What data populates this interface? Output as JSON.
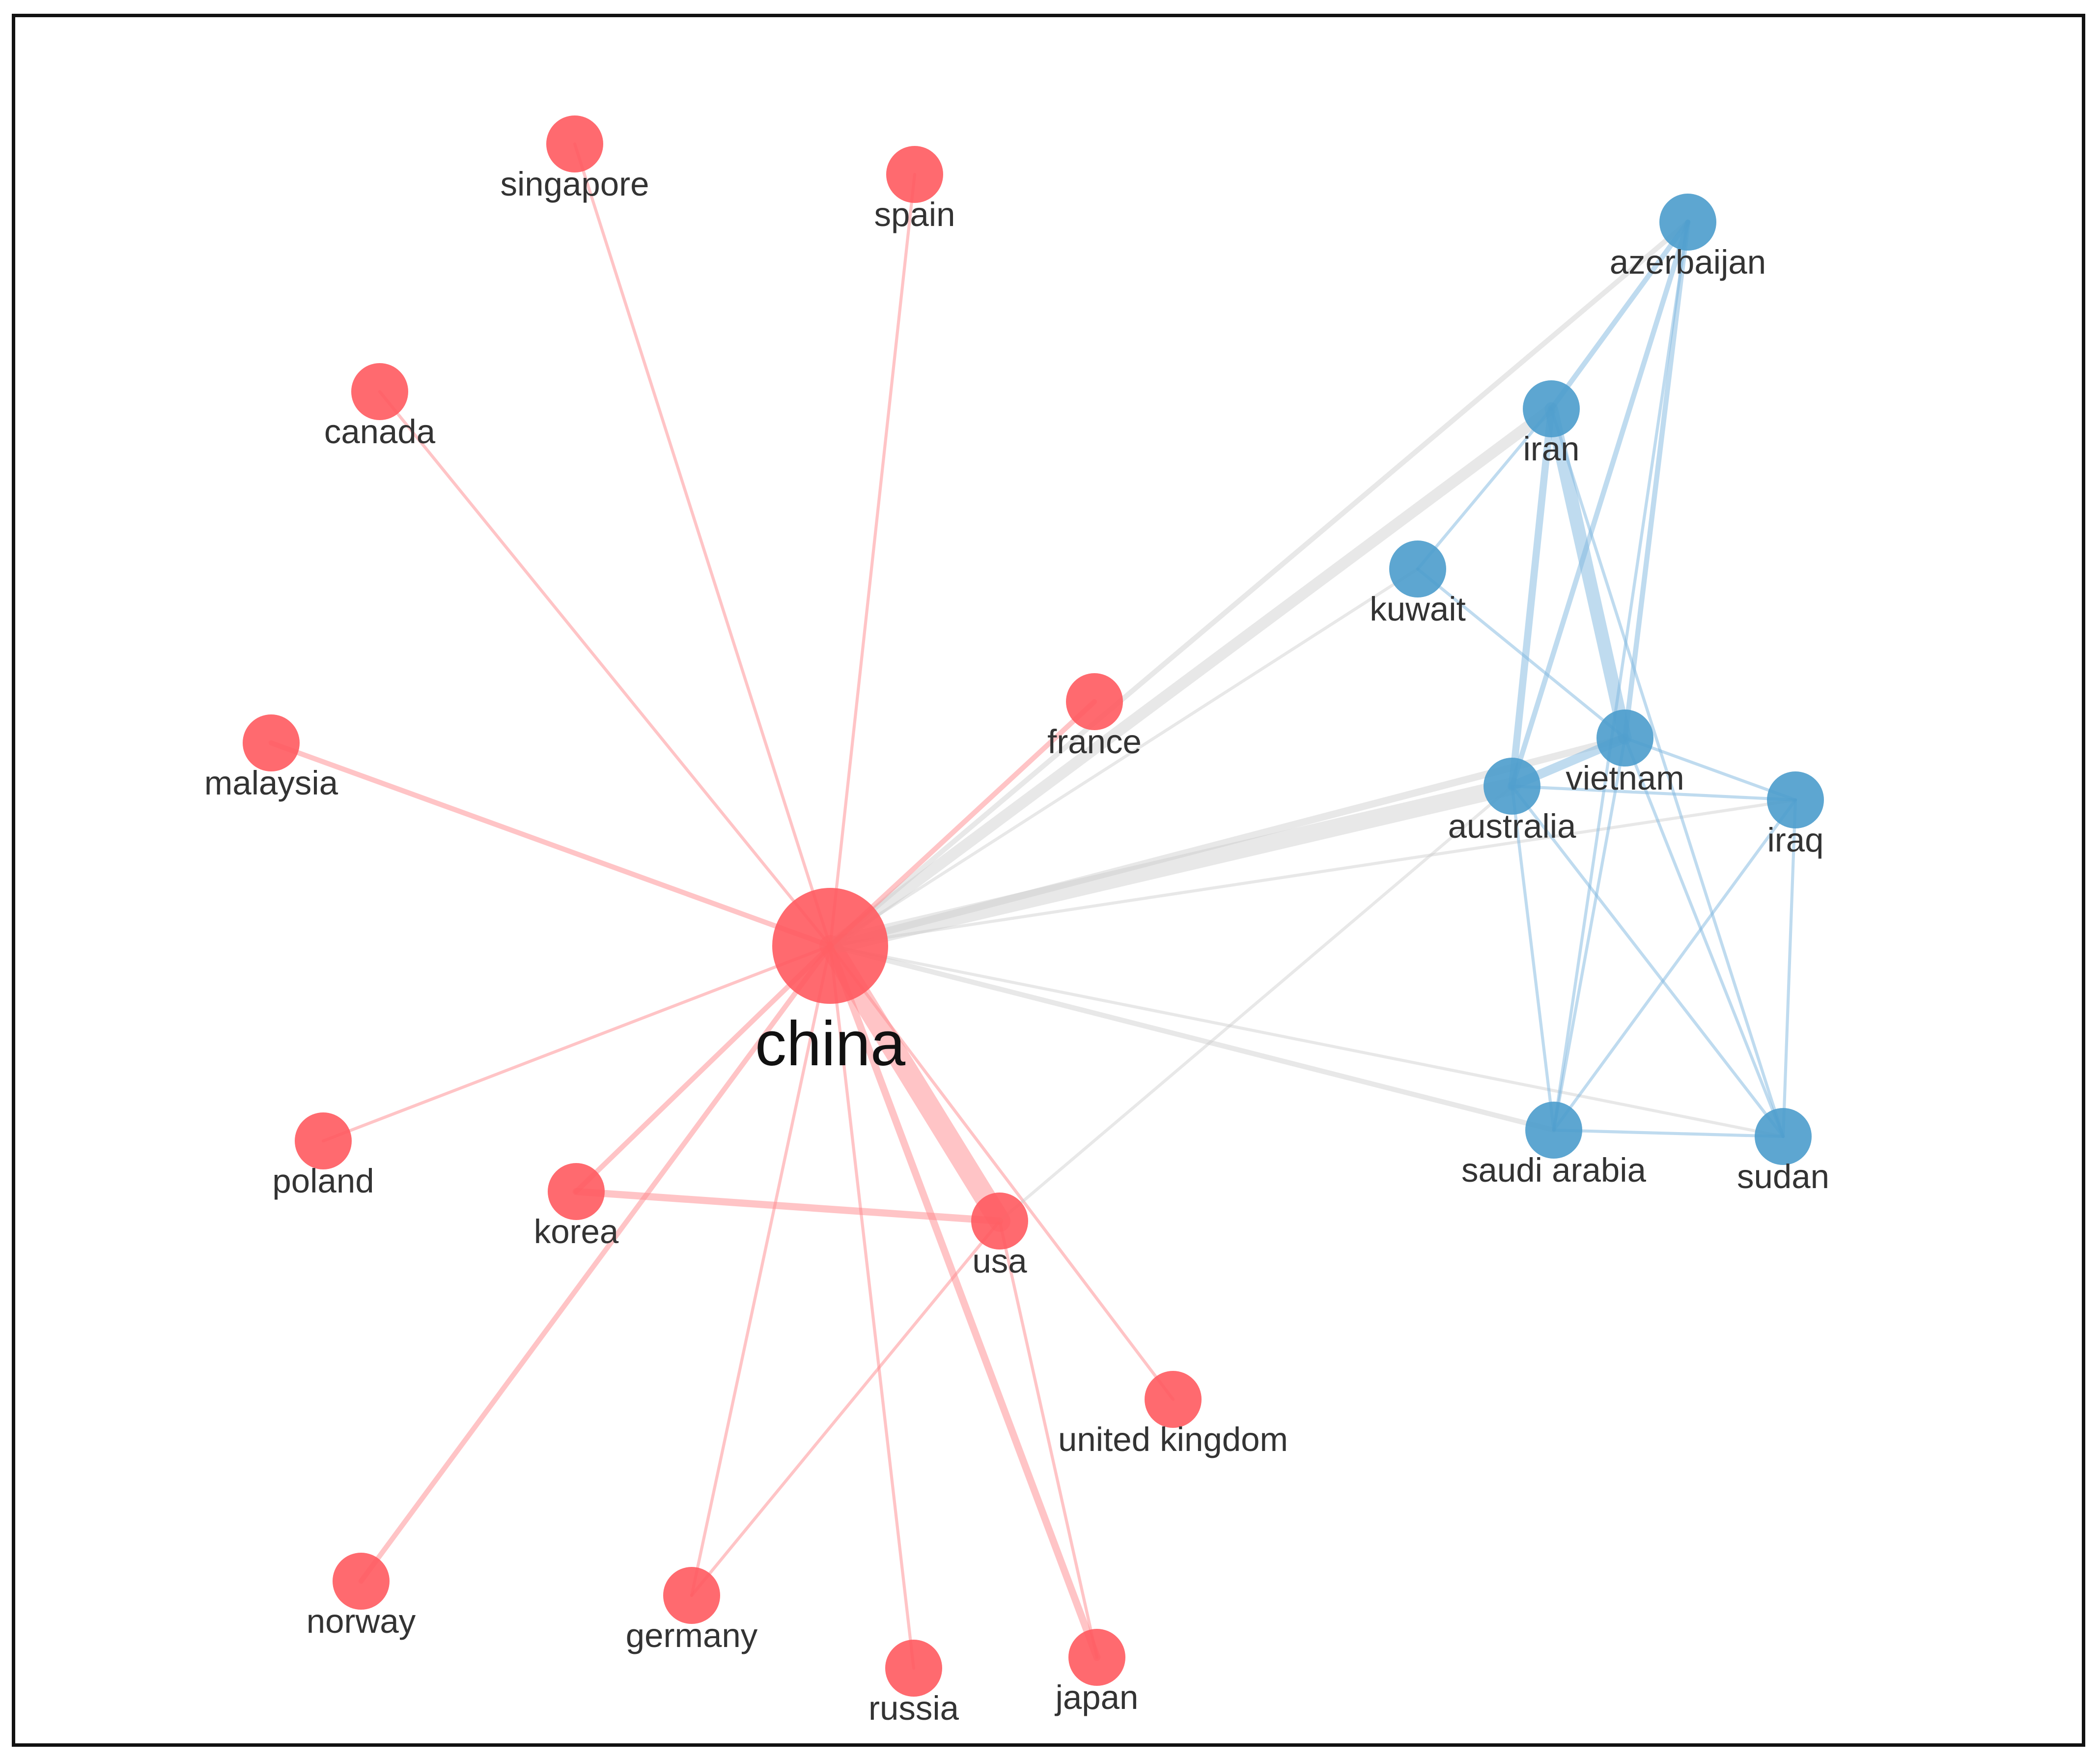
{
  "colors": {
    "cluster_red": "#ff5a5f",
    "cluster_blue": "#4b9ccc",
    "edge_red": "#ff8a8d",
    "edge_blue": "#7fb8df",
    "edge_gray": "#cccccc",
    "label": "#333333"
  },
  "nodes": [
    {
      "id": "china",
      "label": "china",
      "cluster": "red",
      "size": "large"
    },
    {
      "id": "singapore",
      "label": "singapore",
      "cluster": "red"
    },
    {
      "id": "spain",
      "label": "spain",
      "cluster": "red"
    },
    {
      "id": "canada",
      "label": "canada",
      "cluster": "red"
    },
    {
      "id": "malaysia",
      "label": "malaysia",
      "cluster": "red"
    },
    {
      "id": "france",
      "label": "france",
      "cluster": "red"
    },
    {
      "id": "poland",
      "label": "poland",
      "cluster": "red"
    },
    {
      "id": "korea",
      "label": "korea",
      "cluster": "red"
    },
    {
      "id": "usa",
      "label": "usa",
      "cluster": "red"
    },
    {
      "id": "united_kingdom",
      "label": "united kingdom",
      "cluster": "red"
    },
    {
      "id": "norway",
      "label": "norway",
      "cluster": "red"
    },
    {
      "id": "germany",
      "label": "germany",
      "cluster": "red"
    },
    {
      "id": "russia",
      "label": "russia",
      "cluster": "red"
    },
    {
      "id": "japan",
      "label": "japan",
      "cluster": "red"
    },
    {
      "id": "azerbaijan",
      "label": "azerbaijan",
      "cluster": "blue"
    },
    {
      "id": "iran",
      "label": "iran",
      "cluster": "blue"
    },
    {
      "id": "kuwait",
      "label": "kuwait",
      "cluster": "blue"
    },
    {
      "id": "vietnam",
      "label": "vietnam",
      "cluster": "blue"
    },
    {
      "id": "australia",
      "label": "australia",
      "cluster": "blue"
    },
    {
      "id": "iraq",
      "label": "iraq",
      "cluster": "blue"
    },
    {
      "id": "saudi_arabia",
      "label": "saudi arabia",
      "cluster": "blue"
    },
    {
      "id": "sudan",
      "label": "sudan",
      "cluster": "blue"
    }
  ],
  "edges": [
    {
      "source": "china",
      "target": "usa",
      "weight": 10
    },
    {
      "source": "china",
      "target": "australia",
      "weight": 8
    },
    {
      "source": "china",
      "target": "iran",
      "weight": 5
    },
    {
      "source": "china",
      "target": "vietnam",
      "weight": 3
    },
    {
      "source": "china",
      "target": "azerbaijan",
      "weight": 2
    },
    {
      "source": "china",
      "target": "kuwait",
      "weight": 1
    },
    {
      "source": "china",
      "target": "iraq",
      "weight": 1
    },
    {
      "source": "china",
      "target": "saudi_arabia",
      "weight": 2
    },
    {
      "source": "china",
      "target": "sudan",
      "weight": 1
    },
    {
      "source": "china",
      "target": "france",
      "weight": 2
    },
    {
      "source": "china",
      "target": "singapore",
      "weight": 1
    },
    {
      "source": "china",
      "target": "spain",
      "weight": 1
    },
    {
      "source": "china",
      "target": "canada",
      "weight": 1
    },
    {
      "source": "china",
      "target": "malaysia",
      "weight": 2
    },
    {
      "source": "china",
      "target": "poland",
      "weight": 1
    },
    {
      "source": "china",
      "target": "korea",
      "weight": 2
    },
    {
      "source": "china",
      "target": "norway",
      "weight": 2
    },
    {
      "source": "china",
      "target": "germany",
      "weight": 1
    },
    {
      "source": "china",
      "target": "russia",
      "weight": 1
    },
    {
      "source": "china",
      "target": "japan",
      "weight": 3
    },
    {
      "source": "china",
      "target": "united_kingdom",
      "weight": 1
    },
    {
      "source": "korea",
      "target": "usa",
      "weight": 3
    },
    {
      "source": "usa",
      "target": "germany",
      "weight": 1
    },
    {
      "source": "usa",
      "target": "japan",
      "weight": 1
    },
    {
      "source": "usa",
      "target": "australia",
      "weight": 1
    },
    {
      "source": "iran",
      "target": "vietnam",
      "weight": 6
    },
    {
      "source": "iran",
      "target": "australia",
      "weight": 3
    },
    {
      "source": "iran",
      "target": "azerbaijan",
      "weight": 2
    },
    {
      "source": "iran",
      "target": "kuwait",
      "weight": 1
    },
    {
      "source": "iran",
      "target": "sudan",
      "weight": 1
    },
    {
      "source": "azerbaijan",
      "target": "vietnam",
      "weight": 2
    },
    {
      "source": "azerbaijan",
      "target": "australia",
      "weight": 2
    },
    {
      "source": "azerbaijan",
      "target": "saudi_arabia",
      "weight": 1
    },
    {
      "source": "kuwait",
      "target": "vietnam",
      "weight": 1
    },
    {
      "source": "vietnam",
      "target": "australia",
      "weight": 4
    },
    {
      "source": "vietnam",
      "target": "iraq",
      "weight": 1
    },
    {
      "source": "vietnam",
      "target": "saudi_arabia",
      "weight": 1
    },
    {
      "source": "vietnam",
      "target": "sudan",
      "weight": 1
    },
    {
      "source": "australia",
      "target": "iraq",
      "weight": 1
    },
    {
      "source": "australia",
      "target": "saudi_arabia",
      "weight": 1
    },
    {
      "source": "australia",
      "target": "sudan",
      "weight": 1
    },
    {
      "source": "iraq",
      "target": "saudi_arabia",
      "weight": 1
    },
    {
      "source": "iraq",
      "target": "sudan",
      "weight": 1
    },
    {
      "source": "saudi_arabia",
      "target": "sudan",
      "weight": 1
    }
  ]
}
